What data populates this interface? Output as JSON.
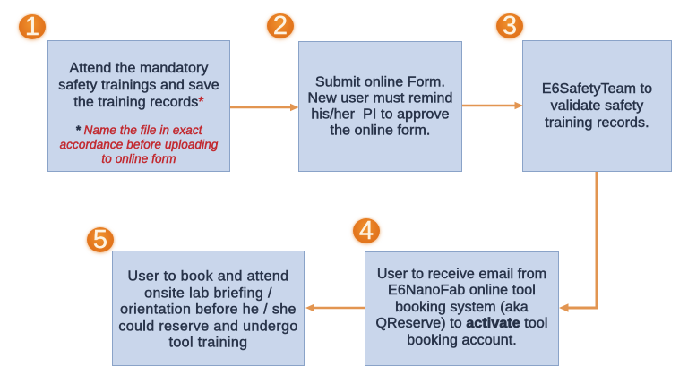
{
  "colors": {
    "background": "#ffffff",
    "box_fill": "#c9d6eb",
    "box_border": "#8aa3c8",
    "text_dark": "#273248",
    "text_red": "#c2292f",
    "badge_orange": "#e4781f",
    "badge_number_color": "#fdf3e2",
    "arrow_orange": "#e29551"
  },
  "steps": [
    {
      "number": "1",
      "lines": [
        [
          {
            "t": "Attend the mandatory"
          }
        ],
        [
          {
            "t": "safety trainings and save"
          }
        ],
        [
          {
            "t": "the training records"
          },
          {
            "t": "*",
            "s": "red"
          }
        ],
        [
          {
            "t": "",
            "s": "spacer"
          }
        ],
        [
          {
            "t": "* ",
            "s": "darkstar"
          },
          {
            "t": "Name the file in exact",
            "s": "note"
          }
        ],
        [
          {
            "t": "accordance before uploading",
            "s": "note"
          }
        ],
        [
          {
            "t": "to online form",
            "s": "note"
          }
        ]
      ]
    },
    {
      "number": "2",
      "lines": [
        [
          {
            "t": "Submit online Form."
          }
        ],
        [
          {
            "t": "New user must remind"
          }
        ],
        [
          {
            "t": "his/her  PI to approve"
          }
        ],
        [
          {
            "t": "the online form."
          }
        ]
      ]
    },
    {
      "number": "3",
      "lines": [
        [
          {
            "t": "E6SafetyTeam to"
          }
        ],
        [
          {
            "t": "validate safety"
          }
        ],
        [
          {
            "t": "training records."
          }
        ]
      ]
    },
    {
      "number": "4",
      "lines": [
        [
          {
            "t": "User to receive email from"
          }
        ],
        [
          {
            "t": "E6NanoFab online tool"
          }
        ],
        [
          {
            "t": "booking system (aka"
          }
        ],
        [
          {
            "t": "QReserve) to "
          },
          {
            "t": "activate",
            "s": "bold"
          },
          {
            "t": " tool"
          }
        ],
        [
          {
            "t": "booking account."
          }
        ]
      ]
    },
    {
      "number": "5",
      "lines": [
        [
          {
            "t": "User to book and attend"
          }
        ],
        [
          {
            "t": "onsite lab briefing /"
          }
        ],
        [
          {
            "t": "orientation before he / she"
          }
        ],
        [
          {
            "t": "could reserve and undergo"
          }
        ],
        [
          {
            "t": "tool training"
          }
        ]
      ]
    }
  ]
}
